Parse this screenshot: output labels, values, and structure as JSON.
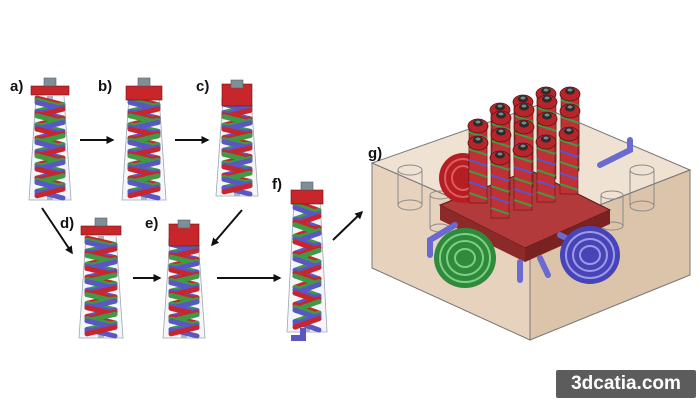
{
  "panels": [
    {
      "id": "a",
      "label": "a)"
    },
    {
      "id": "b",
      "label": "b)"
    },
    {
      "id": "c",
      "label": "c)"
    },
    {
      "id": "d",
      "label": "d)"
    },
    {
      "id": "e",
      "label": "e)"
    },
    {
      "id": "f",
      "label": "f)"
    },
    {
      "id": "g",
      "label": "g)"
    }
  ],
  "colors": {
    "red": "#c8262b",
    "green": "#3f9a46",
    "blue": "#5a56c4",
    "cap": "#7f8f98",
    "block": "#e6d2bc",
    "arrow": "#111111"
  },
  "watermark": "3dcatia.com"
}
